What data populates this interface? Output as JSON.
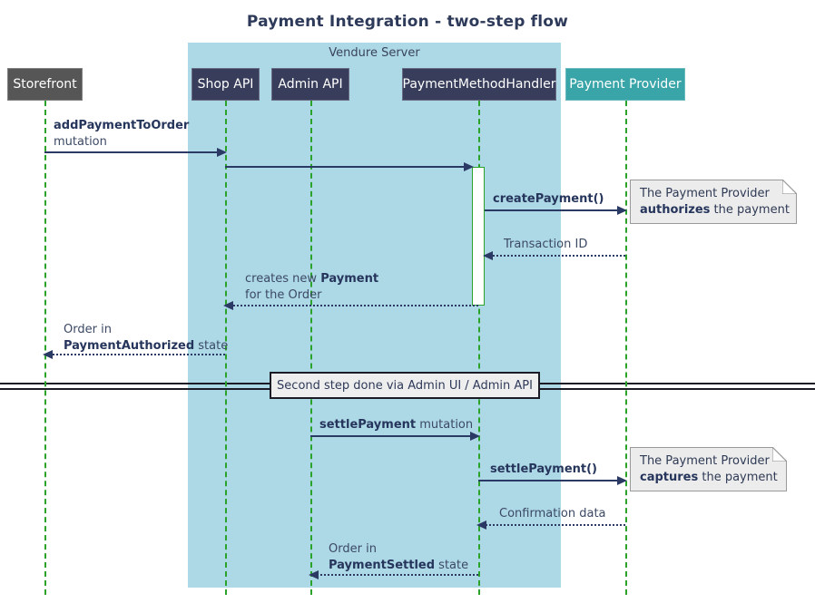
{
  "title": "Payment Integration - two-step flow",
  "frame": {
    "label": "Vendure Server"
  },
  "participants": {
    "storefront": "Storefront",
    "shop_api": "Shop API",
    "admin_api": "Admin API",
    "payment_method_handler": "PaymentMethodHandler",
    "payment_provider": "Payment Provider"
  },
  "messages": {
    "add_payment": {
      "bold": "addPaymentToOrder",
      "normal": "mutation"
    },
    "create_payment": {
      "bold": "createPayment()"
    },
    "transaction_id": {
      "normal": "Transaction ID"
    },
    "creates_payment": {
      "pre": "creates new ",
      "bold": "Payment",
      "line2": "for the Order"
    },
    "order_authorized": {
      "line1": "Order in",
      "bold": "PaymentAuthorized",
      "post": " state"
    },
    "settle_mutation": {
      "bold": "settlePayment",
      "normal": " mutation"
    },
    "settle_call": {
      "bold": "settlePayment()"
    },
    "confirmation": {
      "normal": "Confirmation data"
    },
    "order_settled": {
      "line1": "Order in",
      "bold": "PaymentSettled",
      "post": " state"
    }
  },
  "notes": {
    "authorize": {
      "line1": "The Payment Provider",
      "bold": "authorizes",
      "rest": " the payment"
    },
    "capture": {
      "line1": "The Payment Provider",
      "bold": "captures",
      "rest": " the payment"
    }
  },
  "divider": {
    "label": "Second step done via Admin UI / Admin API"
  },
  "colors": {
    "frame_bg": "#ADD8E6",
    "participant_navy": "#373D5B",
    "participant_gray": "#565656",
    "participant_teal": "#3AA5A8",
    "lifeline_green": "#2BA32B",
    "arrow_navy": "#2B3A64",
    "note_bg": "#ECECEC",
    "note_border": "#9A9A9A",
    "divider_line": "#1C1C26",
    "divider_bg": "#EEEEEE",
    "title_text": "#2E3A59"
  }
}
